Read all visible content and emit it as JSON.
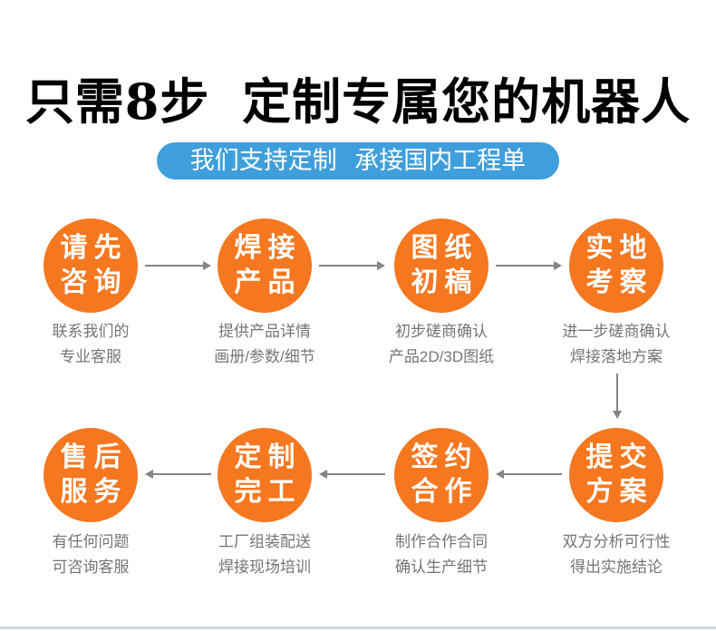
{
  "header": {
    "title": "只需8步 定制专属您的机器人",
    "banner_text": "我们支持定制 承接国内工程单"
  },
  "colors": {
    "circle_orange": "#f5771f",
    "banner_blue": "#3f9fdc",
    "arrow_gray": "#848484",
    "desc_gray": "#757575",
    "title_black": "#000000",
    "bottom_divider": "#cdd6dc"
  },
  "flow": {
    "rows": [
      {
        "direction": "right",
        "steps": [
          {
            "line1": "请先",
            "line2": "咨询",
            "desc1": "联系我们的",
            "desc2": "专业客服"
          },
          {
            "line1": "焊接",
            "line2": "产品",
            "desc1": "提供产品详情",
            "desc2": "画册/参数/细节"
          },
          {
            "line1": "图纸",
            "line2": "初稿",
            "desc1": "初步磋商确认",
            "desc2": "产品2D/3D图纸"
          },
          {
            "line1": "实地",
            "line2": "考察",
            "desc1": "进一步磋商确认",
            "desc2": "焊接落地方案"
          }
        ]
      },
      {
        "direction": "left",
        "steps": [
          {
            "line1": "售后",
            "line2": "服务",
            "desc1": "有任何问题",
            "desc2": "可咨询客服"
          },
          {
            "line1": "定制",
            "line2": "完工",
            "desc1": "工厂组装配送",
            "desc2": "焊接现场培训"
          },
          {
            "line1": "签约",
            "line2": "合作",
            "desc1": "制作合作合同",
            "desc2": "确认生产细节"
          },
          {
            "line1": "提交",
            "line2": "方案",
            "desc1": "双方分析可行性",
            "desc2": "得出实施结论"
          }
        ]
      }
    ]
  }
}
